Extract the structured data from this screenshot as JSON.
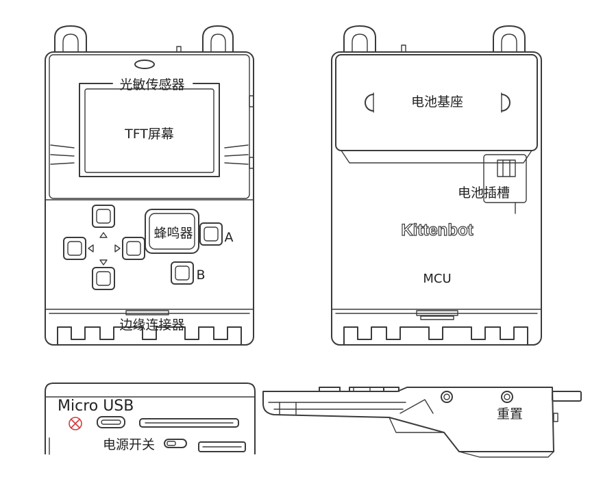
{
  "labels": {
    "light_sensor": "光敏传感器",
    "tft_screen": "TFT屏幕",
    "buzzer": "蜂鸣器",
    "button_a": "A",
    "button_b": "B",
    "edge_connector": "边缘连接器",
    "battery_base": "电池基座",
    "battery_slot": "电池插槽",
    "brand": "Kittenbot",
    "mcu": "MCU",
    "micro_usb": "Micro USB",
    "power_switch": "电源开关",
    "reset": "重置"
  }
}
